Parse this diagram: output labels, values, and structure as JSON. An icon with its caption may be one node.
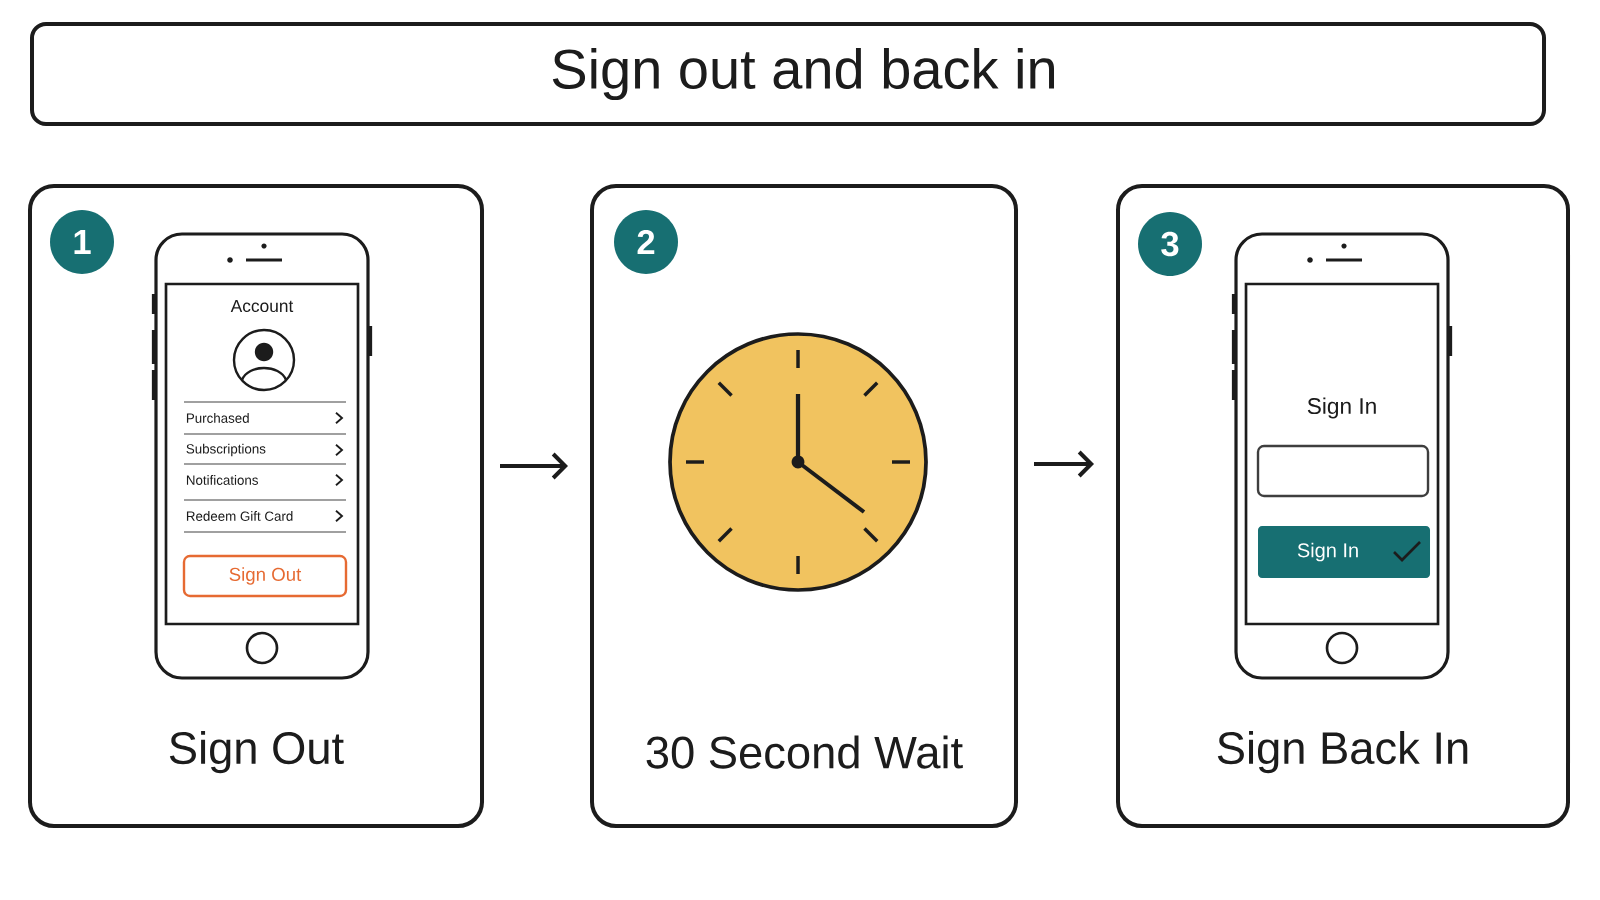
{
  "diagram": {
    "title": "Sign out and back in",
    "nodes": [
      {
        "text": [
          "Sign Out"
        ]
      },
      {
        "text": [
          "1"
        ],
        "in": 0
      },
      {
        "text": [
          "Account"
        ],
        "in": 0
      },
      {
        "text": [
          "Sign Out"
        ],
        "in": 2
      },
      {
        "text": [
          "30 Second Wait"
        ]
      },
      {
        "text": [
          "2"
        ],
        "in": 4
      },
      {
        "text": [
          "Sign Back In"
        ]
      },
      {
        "text": [
          "3"
        ],
        "in": 6
      },
      {
        "text": [
          "Sign In"
        ],
        "in": 6
      },
      {
        "text": [],
        "shape": "box",
        "in": 8
      },
      {
        "text": [
          "Sign In"
        ],
        "in": 8
      }
    ],
    "edges": [
      {
        "from": 0,
        "to": 4,
        "arrow": "to"
      },
      {
        "from": 4,
        "to": 6,
        "arrow": "to"
      }
    ],
    "labels": [
      "Purchased",
      "Subscriptions",
      "Notifications",
      "Redeem Gift Card"
    ]
  }
}
